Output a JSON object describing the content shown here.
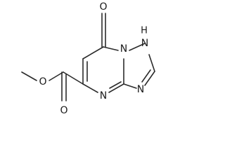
{
  "molecule": {
    "atoms": {
      "carbonyl_o": "O",
      "bridge_n": "N",
      "nh": "H",
      "nh_n": "N",
      "ring_n_bottom_right": "N",
      "ring_n_bottom_left": "N",
      "ester_o_single": "O",
      "ester_o_double": "O"
    }
  }
}
